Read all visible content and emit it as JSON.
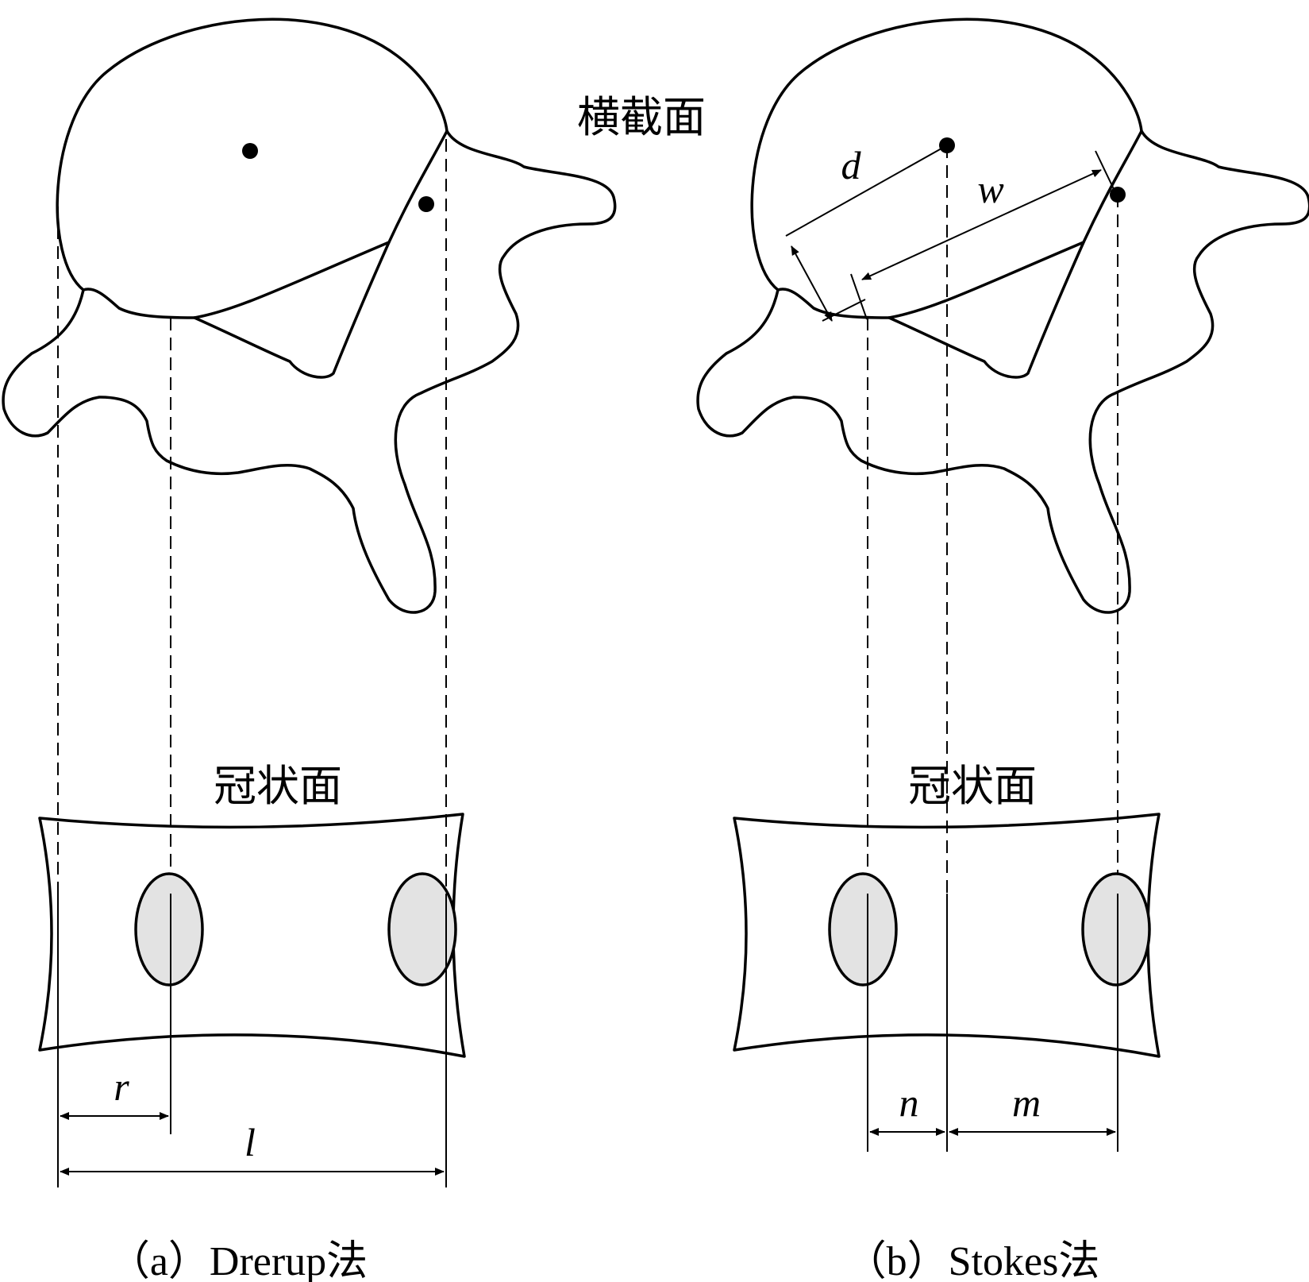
{
  "labels": {
    "transverse_plane": "横截面",
    "coronal_plane_a": "冠状面",
    "coronal_plane_b": "冠状面",
    "caption_a": "（a）Drerup法",
    "caption_b": "（b）Stokes法"
  },
  "variables": {
    "r": "r",
    "l": "l",
    "d": "d",
    "w": "w",
    "n": "n",
    "m": "m"
  }
}
